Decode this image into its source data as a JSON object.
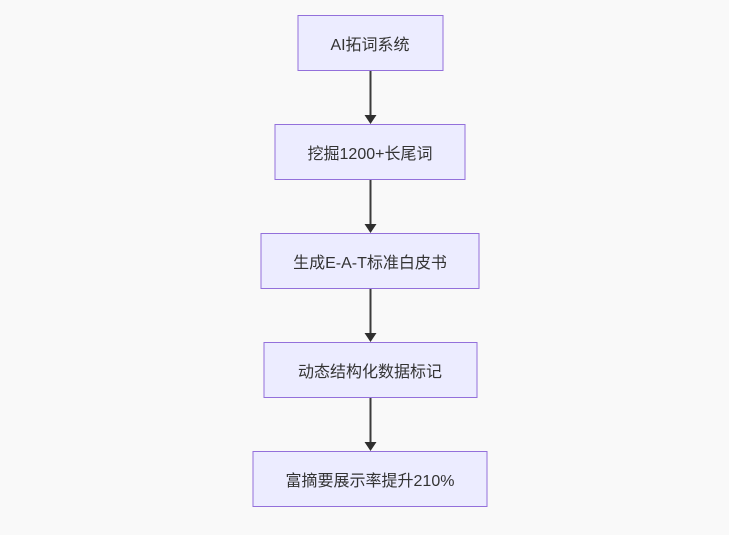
{
  "canvas": {
    "background_color": "#f9f9f9"
  },
  "flowchart": {
    "type": "flowchart",
    "direction": "top-down",
    "node_fill_color": "#ECECFF",
    "node_border_color": "#9370DB",
    "node_text_color": "#333333",
    "edge_color": "#3b3b3b",
    "nodes": [
      {
        "label": "AI拓词系统"
      },
      {
        "label": "挖掘1200+长尾词"
      },
      {
        "label": "生成E-A-T标准白皮书"
      },
      {
        "label": "动态结构化数据标记"
      },
      {
        "label": "富摘要展示率提升210%"
      }
    ],
    "edges": [
      {
        "from": 0,
        "to": 1
      },
      {
        "from": 1,
        "to": 2
      },
      {
        "from": 2,
        "to": 3
      },
      {
        "from": 3,
        "to": 4
      }
    ]
  }
}
